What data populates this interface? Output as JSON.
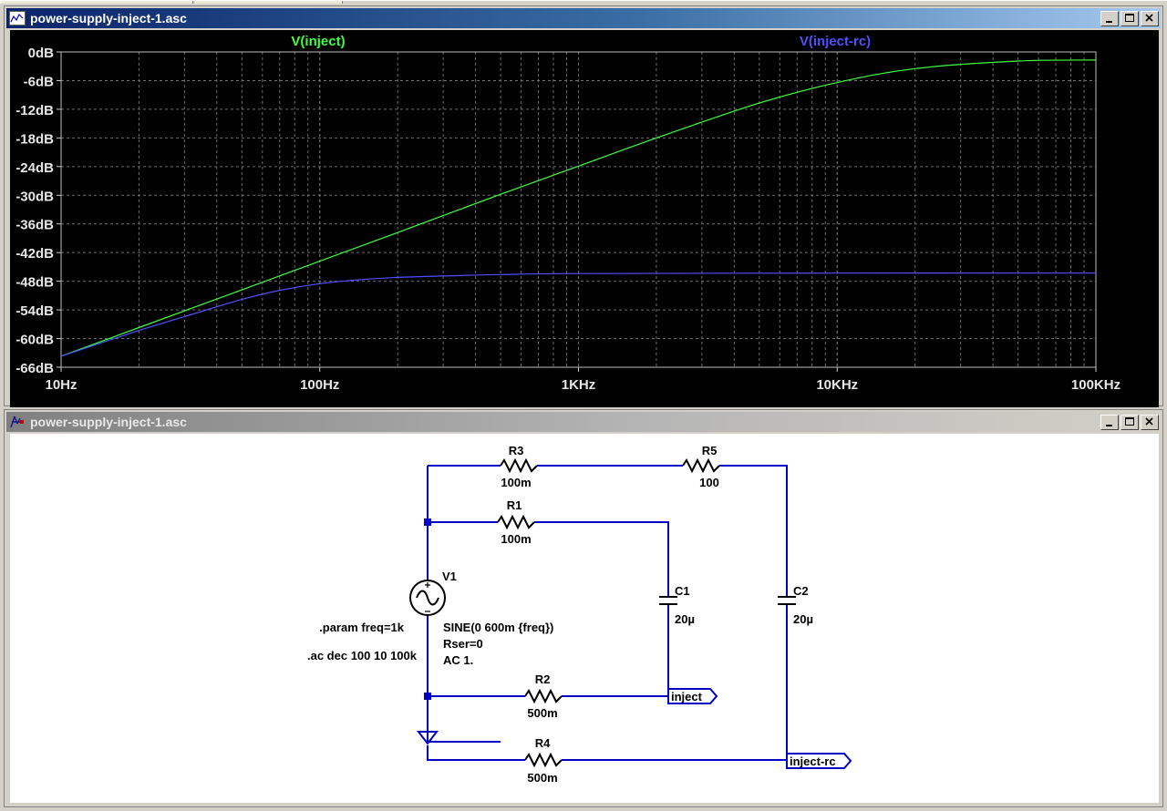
{
  "waveform_window": {
    "title": "power-supply-inject-1.asc"
  },
  "schematic_window": {
    "title": "power-supply-inject-1.asc"
  },
  "chart_data": {
    "type": "line",
    "title": "",
    "xscale": "log",
    "xlim": [
      10,
      100000
    ],
    "ylim": [
      -66,
      0
    ],
    "grid": true,
    "x_tick_labels": [
      "10Hz",
      "100Hz",
      "1KHz",
      "10KHz",
      "100KHz"
    ],
    "y_tick_labels": [
      "0dB",
      "-6dB",
      "-12dB",
      "-18dB",
      "-24dB",
      "-30dB",
      "-36dB",
      "-42dB",
      "-48dB",
      "-54dB",
      "-60dB",
      "-66dB"
    ],
    "series": [
      {
        "name": "V(inject)",
        "color": "#40ff40",
        "x": [
          10,
          20,
          50,
          100,
          200,
          500,
          1000,
          2000,
          5000,
          10000,
          20000,
          50000,
          100000
        ],
        "y": [
          -63.7,
          -57.7,
          -49.8,
          -43.8,
          -37.8,
          -29.8,
          -23.9,
          -18.0,
          -10.7,
          -6.4,
          -3.5,
          -1.9,
          -1.7
        ]
      },
      {
        "name": "V(inject-rc)",
        "color": "#5050ff",
        "x": [
          10,
          20,
          30,
          50,
          70,
          100,
          150,
          200,
          300,
          500,
          1000,
          10000,
          100000
        ],
        "y": [
          -63.7,
          -58.3,
          -55.4,
          -51.8,
          -49.9,
          -48.5,
          -47.6,
          -47.2,
          -46.9,
          -46.6,
          -46.4,
          -46.3,
          -46.3
        ]
      }
    ]
  },
  "schematic": {
    "components": [
      {
        "id": "R3",
        "name": "R3",
        "value": "100m"
      },
      {
        "id": "R5",
        "name": "R5",
        "value": "100"
      },
      {
        "id": "R1",
        "name": "R1",
        "value": "100m"
      },
      {
        "id": "C1",
        "name": "C1",
        "value": "20µ"
      },
      {
        "id": "C2",
        "name": "C2",
        "value": "20µ"
      },
      {
        "id": "R2",
        "name": "R2",
        "value": "500m"
      },
      {
        "id": "R4",
        "name": "R4",
        "value": "500m"
      },
      {
        "id": "V1",
        "name": "V1",
        "value_lines": [
          "SINE(0 600m {freq})",
          "Rser=0",
          "AC 1."
        ]
      }
    ],
    "directives": [
      ".param freq=1k",
      ".ac dec 100 10 100k"
    ],
    "net_labels": [
      "inject",
      "inject-rc"
    ]
  }
}
